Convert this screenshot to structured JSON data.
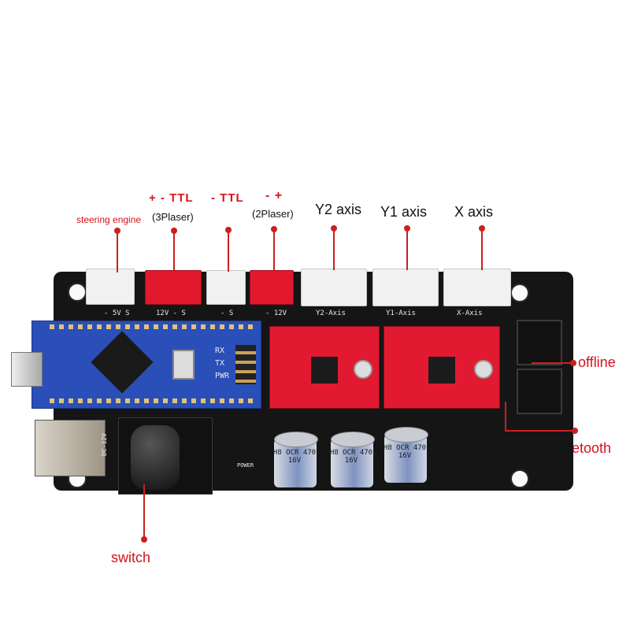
{
  "colors": {
    "label_red": "#d8121b",
    "label_black": "#111111",
    "board": "#151515",
    "nano": "#2b4fb8",
    "driver": "#e21a31"
  },
  "labels": {
    "steering_engine": "steering engine",
    "laser3_pins": "+ - TTL",
    "laser3_name": "(3Plaser)",
    "laser2_ttl": "- TTL",
    "laser2_pins": "- +",
    "laser2_name": "(2Plaser)",
    "y2_axis": "Y2 axis",
    "y1_axis": "Y1 axis",
    "x_axis": "X axis",
    "offline": "offline",
    "bluetooth": "Bluetooth",
    "switch": "switch"
  },
  "pcb": {
    "servo": "- 5V S",
    "laser3": "12V - S",
    "laser2_ttl": "- S",
    "laser2": "- 12V",
    "y2": "Y2-Axis",
    "y1": "Y1-Axis",
    "x": "X-Axis",
    "power": "POWER",
    "dc": "DC-12V",
    "rx": "RX",
    "tx": "TX",
    "pwr": "PWR"
  },
  "capacitors": [
    "H8 OCR 470 16V",
    "H8 OCR 470 16V",
    "H8 OCR 470 16V"
  ]
}
